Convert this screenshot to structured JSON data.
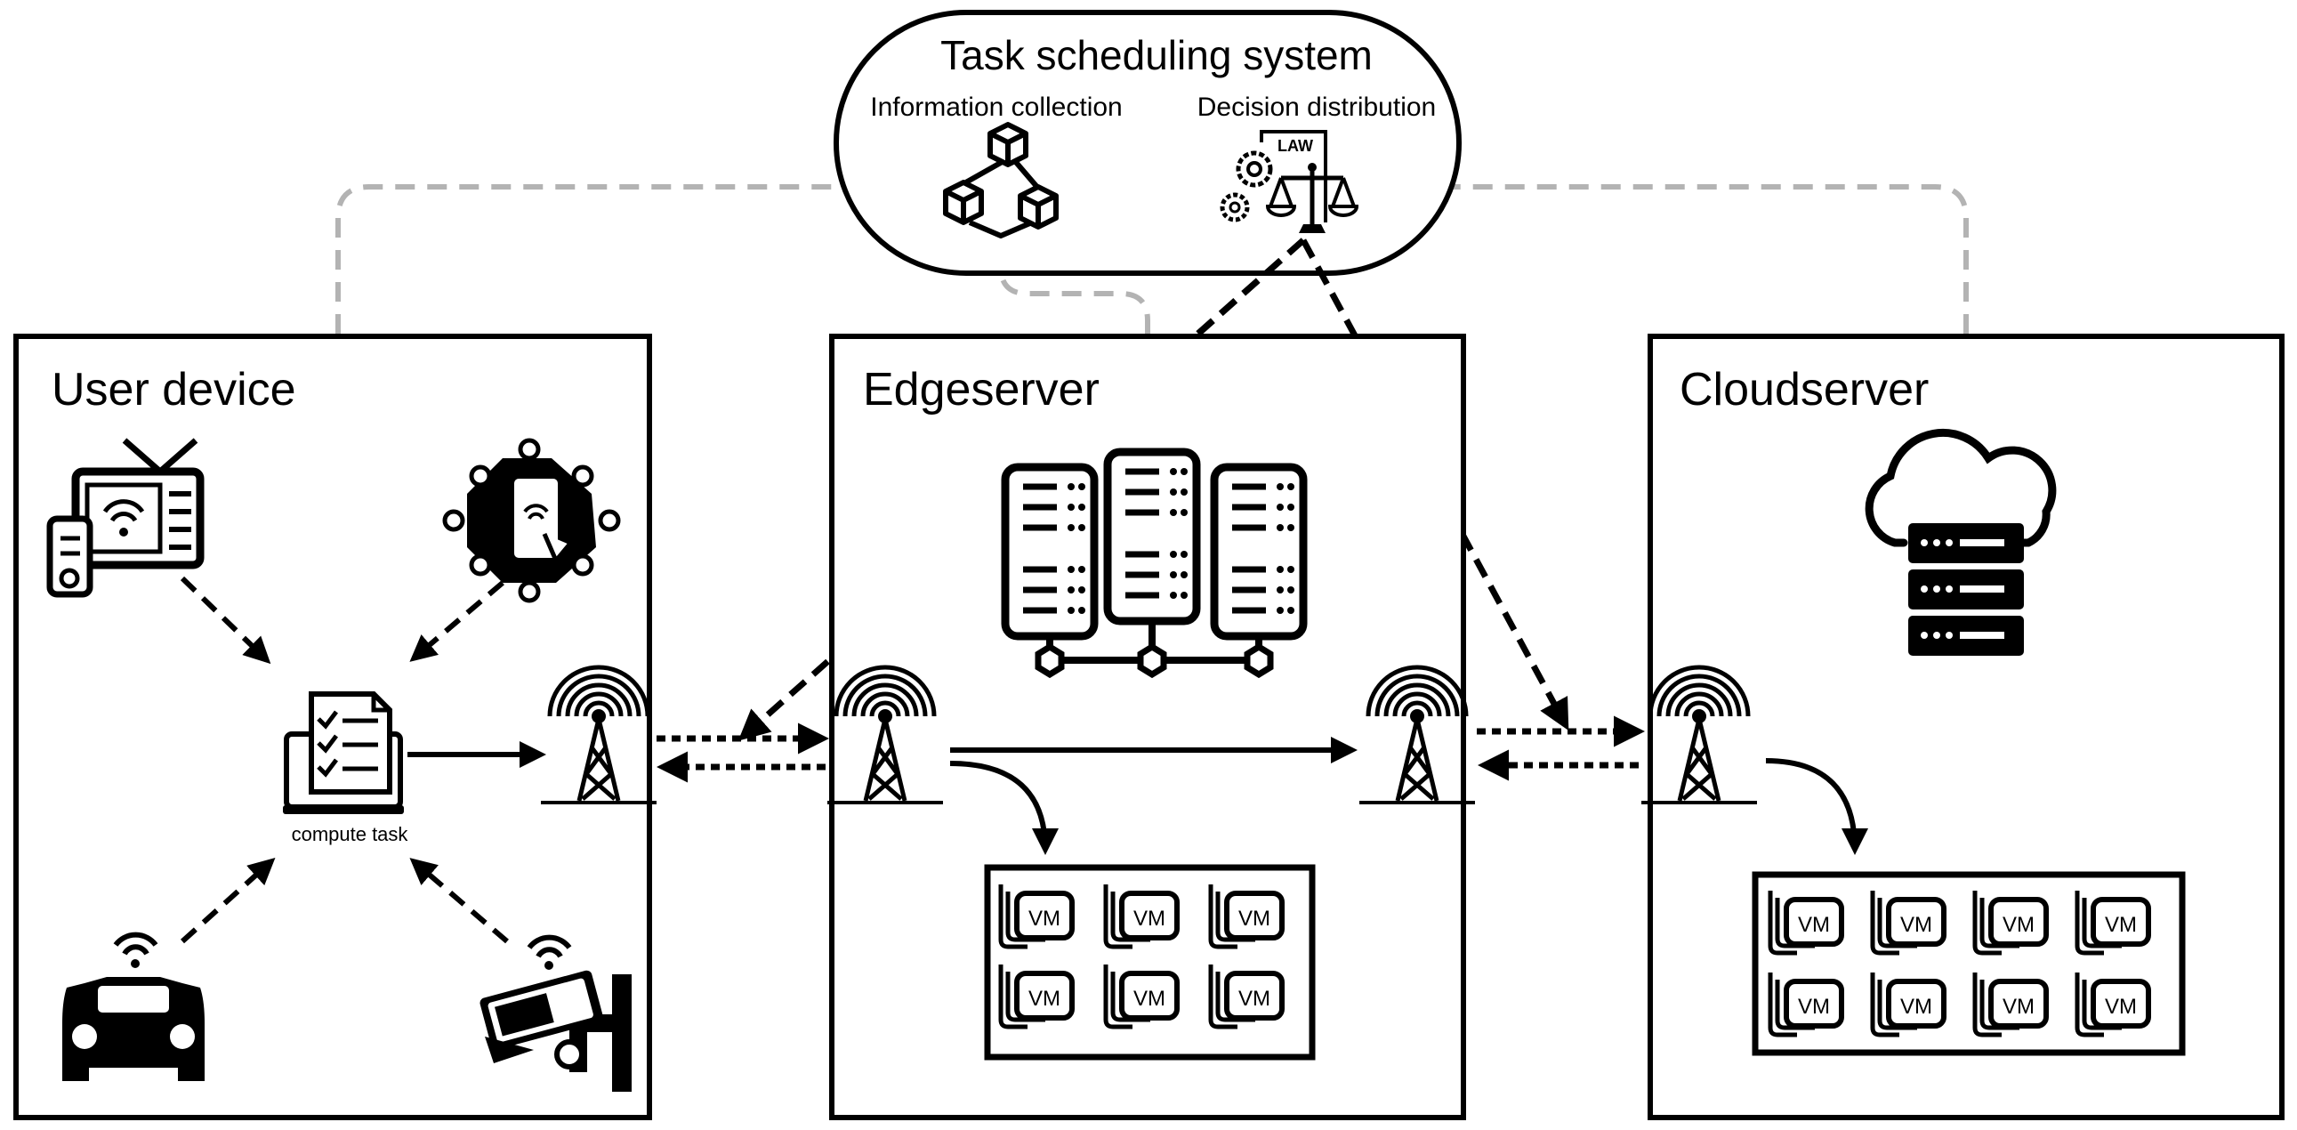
{
  "scheduler": {
    "title": "Task scheduling system",
    "info_label": "Information collection",
    "decision_label": "Decision distribution",
    "law_label": "LAW"
  },
  "user_device": {
    "title": "User device",
    "task_label": "compute task"
  },
  "edge_server": {
    "title": "Edgeserver",
    "vm_label": "VM",
    "vm_count": 6
  },
  "cloud_server": {
    "title": "Cloudserver",
    "vm_label": "VM",
    "vm_count": 8
  },
  "colors": {
    "stroke": "#000000",
    "feedback_arrow": "#b3b3b3",
    "background": "#ffffff"
  }
}
